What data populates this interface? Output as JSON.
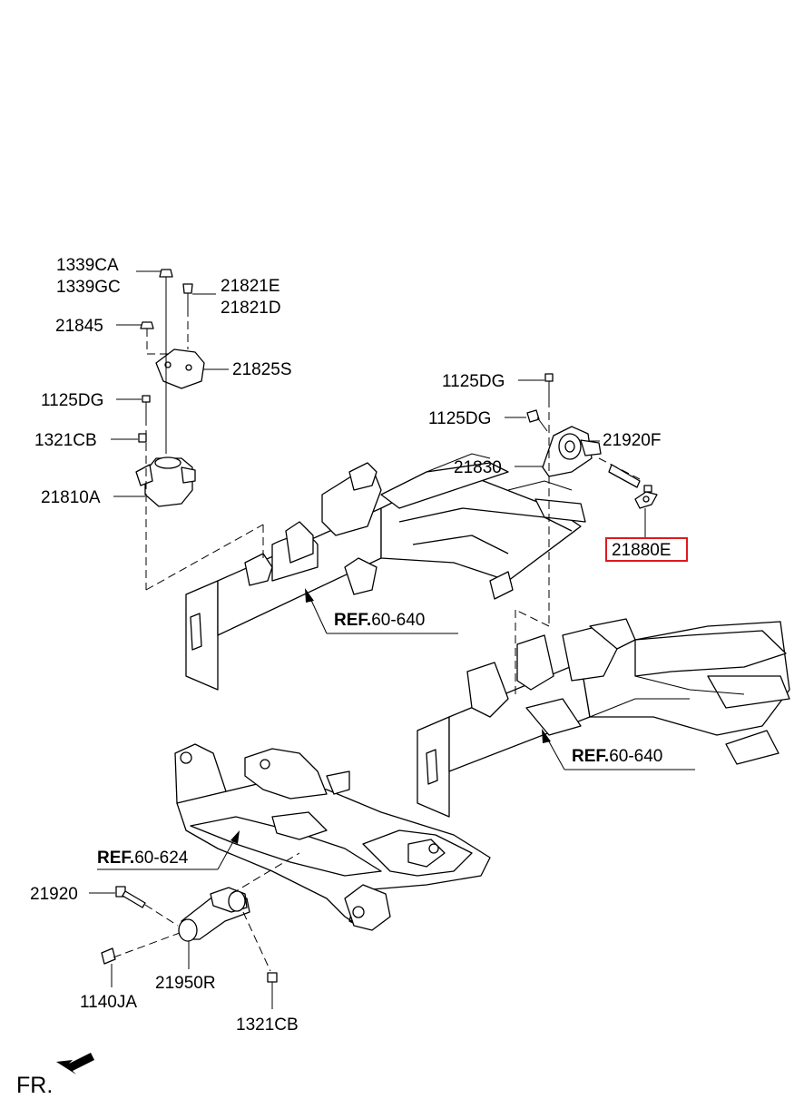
{
  "labels": {
    "p1339ca": "1339CA",
    "p1339gc": "1339GC",
    "p21821e": "21821E",
    "p21821d": "21821D",
    "p21845": "21845",
    "p21825s": "21825S",
    "p1125dg_left": "1125DG",
    "p1321cb_left": "1321CB",
    "p21810a": "21810A",
    "p1125dg_right_top": "1125DG",
    "p1125dg_right_mid": "1125DG",
    "p21920f": "21920F",
    "p21830": "21830",
    "p21880e": "21880E",
    "p21920": "21920",
    "p1140ja": "1140JA",
    "p21950r": "21950R",
    "p1321cb_bottom": "1321CB"
  },
  "refs": [
    {
      "prefix": "REF.",
      "code": "60-640"
    },
    {
      "prefix": "REF.",
      "code": "60-640"
    },
    {
      "prefix": "REF.",
      "code": "60-624"
    }
  ],
  "front_indicator": "FR.",
  "highlight_color": "#e0191e"
}
